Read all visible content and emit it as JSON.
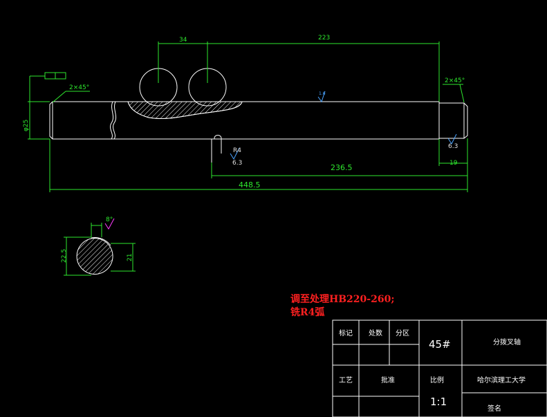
{
  "drawing": {
    "colors": {
      "background": "#000000",
      "outline": "#ffffff",
      "dimension": "#2ee82e",
      "note": "#ff2020",
      "symbol_blue": "#4aa3ff",
      "symbol_magenta": "#ff3cff"
    },
    "dimensions": {
      "top_left_offset": "34",
      "keyway_to_end": "223",
      "chamfer_left": "2×45°",
      "chamfer_right": "2×45°",
      "diameter": "φ25",
      "roughness_mid": "1.6",
      "slot_radius": "R4",
      "roughness_slot": "6.3",
      "roughness_right": "6.3",
      "slot_to_end": "236.5",
      "right_step": "19",
      "total_length": "448.5",
      "section_dia": "22.5",
      "section_flat": "21",
      "section_angle": "8°"
    },
    "notes": [
      "调至处理HB220-260;",
      "铣R4弧"
    ],
    "title_block": {
      "labels": {
        "mark": "标记",
        "count": "处数",
        "zone": "分区",
        "process": "工艺",
        "approve": "批准",
        "scale_label": "比例",
        "sign": "签名"
      },
      "material": "45#",
      "part_name": "分拨叉轴",
      "school": "哈尔滨理工大学",
      "scale": "1:1"
    }
  }
}
